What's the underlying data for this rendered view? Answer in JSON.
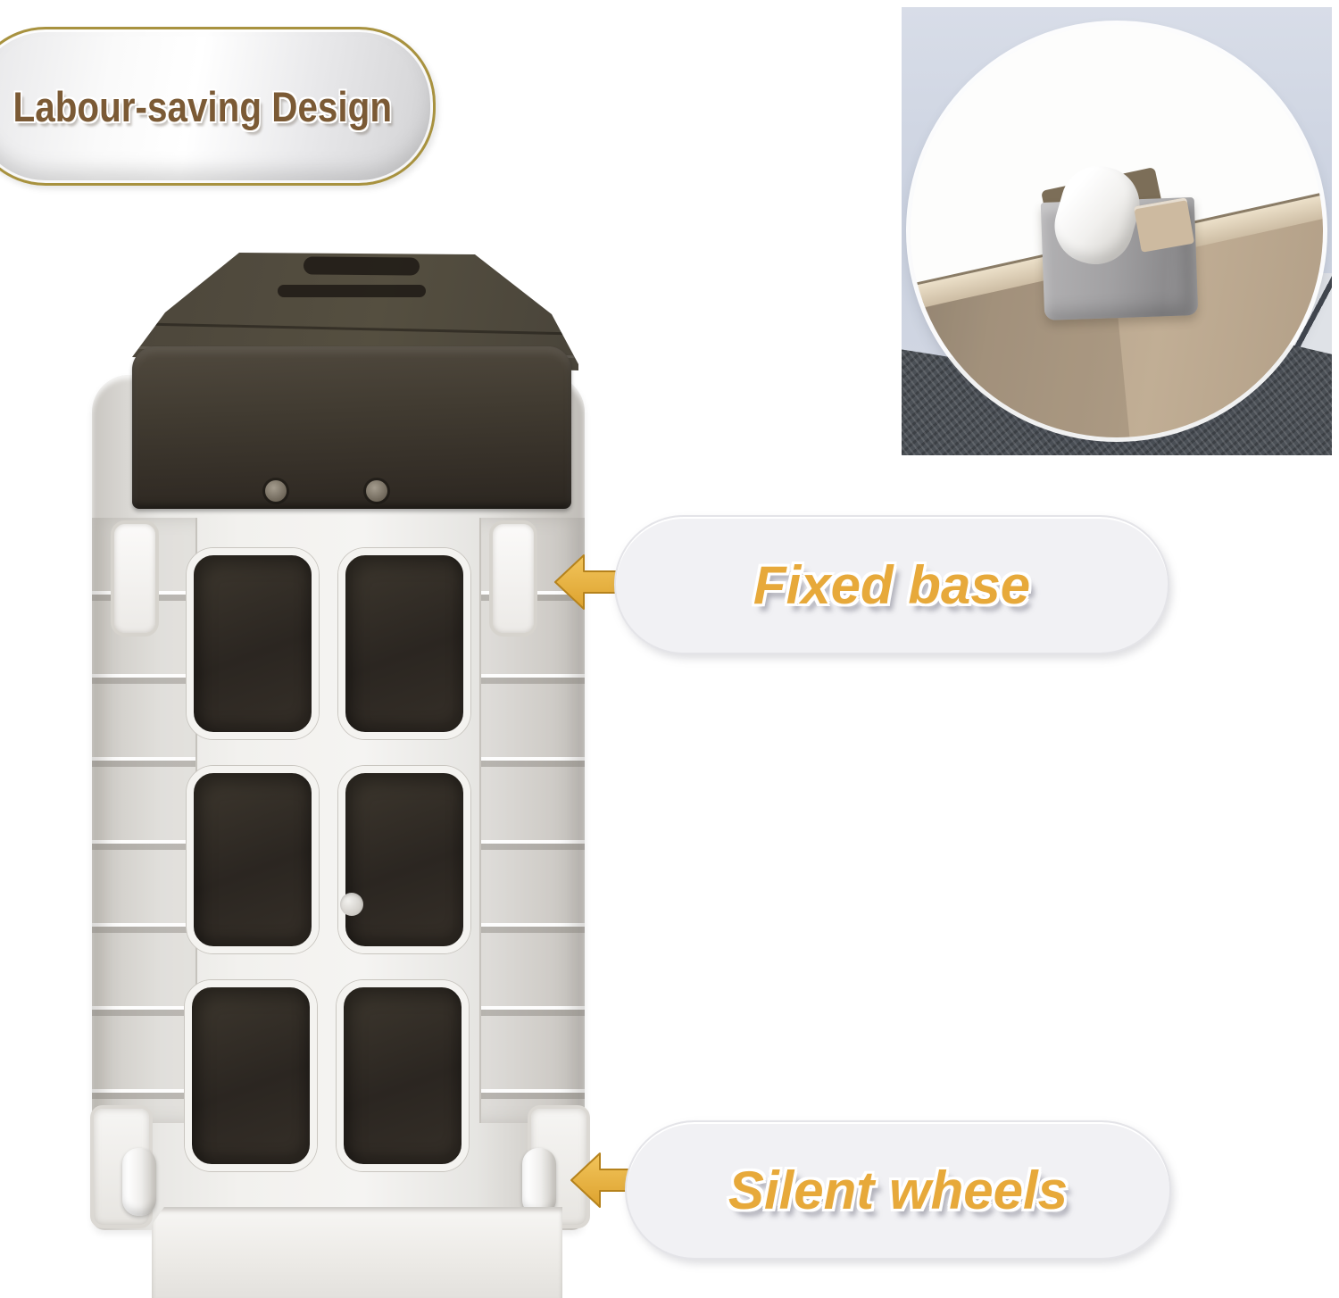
{
  "title_badge": {
    "label": "Labour-saving Design"
  },
  "callouts": [
    {
      "id": "fixed-base",
      "label": "Fixed base",
      "icon": "arrow-left-icon"
    },
    {
      "id": "silent-wheels",
      "label": "Silent wheels",
      "icon": "arrow-left-icon"
    }
  ],
  "colors": {
    "accent_gold": "#e7a93a",
    "badge_text_brown": "#7b5a35",
    "badge_border_gold": "#a8923f",
    "pill_background": "#f1f1f4",
    "box_lid_brown": "#3b352c",
    "box_base_white": "#f2f1ee",
    "window_dark": "#2b2621",
    "inset_wall_blue": "#ccd3e1",
    "carpet_gray": "#4b5056",
    "box_tan": "#b7a58e",
    "caster_gray": "#9d9c9e"
  }
}
